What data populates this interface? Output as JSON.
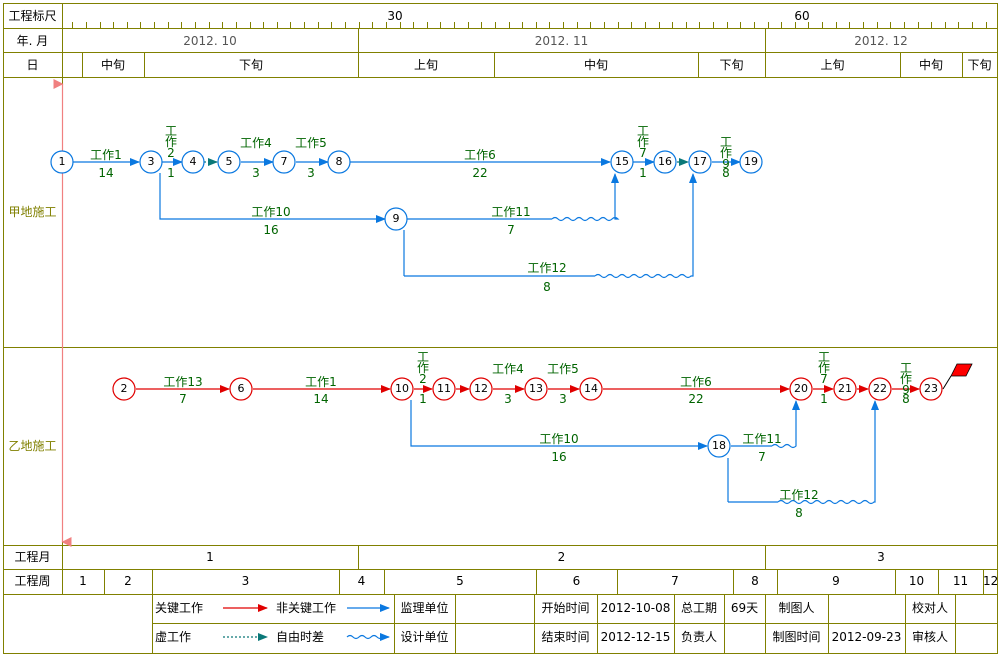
{
  "header": {
    "row_scale_label": "工程标尺",
    "row_month_label": "年. 月",
    "row_day_label": "日",
    "scale_ticks": [
      "30",
      "60"
    ],
    "months": [
      "2012. 10",
      "2012. 11",
      "2012. 12"
    ],
    "periods": [
      "中旬",
      "下旬",
      "上旬",
      "中旬",
      "下旬",
      "上旬",
      "中旬",
      "下旬"
    ]
  },
  "lanes": [
    "甲地施工",
    "乙地施工"
  ],
  "footer": {
    "project_month_label": "工程月",
    "project_week_label": "工程周",
    "project_months": [
      "1",
      "2",
      "3"
    ],
    "project_weeks": [
      "1",
      "2",
      "3",
      "4",
      "5",
      "6",
      "7",
      "8",
      "9",
      "10",
      "11",
      "12"
    ]
  },
  "legend": {
    "critical_work": "关键工作",
    "noncritical_work": "非关键工作",
    "dummy_work": "虚工作",
    "free_float": "自由时差",
    "supervisor_unit": "监理单位",
    "design_unit": "设计单位",
    "start_time_label": "开始时间",
    "start_time": "2012-10-08",
    "end_time_label": "结束时间",
    "end_time": "2012-12-15",
    "total_duration_label": "总工期",
    "total_duration": "69天",
    "responsible_label": "负责人",
    "drawer_label": "制图人",
    "draw_time_label": "制图时间",
    "draw_time": "2012-09-23",
    "proofreader_label": "校对人",
    "reviewer_label": "审核人"
  },
  "colors": {
    "critical": "#e00000",
    "noncritical": "#0a78e0",
    "dummy": "#0a7878",
    "text": "#006400",
    "grid": "#808000"
  },
  "lane_a": {
    "nodes": [
      "1",
      "3",
      "4",
      "5",
      "7",
      "8",
      "9",
      "15",
      "16",
      "17",
      "19"
    ],
    "labels": [
      {
        "name": "工作1",
        "dur": "14"
      },
      {
        "name": "工作2",
        "dur": "1"
      },
      {
        "name": "工作4",
        "dur": "3"
      },
      {
        "name": "工作5",
        "dur": "3"
      },
      {
        "name": "工作6",
        "dur": "22"
      },
      {
        "name": "工作7",
        "dur": "1"
      },
      {
        "name": "工作9",
        "dur": "8"
      },
      {
        "name": "工作10",
        "dur": "16"
      },
      {
        "name": "工作11",
        "dur": "7"
      },
      {
        "name": "工作12",
        "dur": "8"
      }
    ]
  },
  "lane_b": {
    "nodes": [
      "2",
      "6",
      "10",
      "11",
      "12",
      "13",
      "14",
      "20",
      "21",
      "22",
      "23",
      "18"
    ],
    "labels": [
      {
        "name": "工作13",
        "dur": "7"
      },
      {
        "name": "工作1",
        "dur": "14"
      },
      {
        "name": "工作2",
        "dur": "1"
      },
      {
        "name": "工作4",
        "dur": "3"
      },
      {
        "name": "工作5",
        "dur": "3"
      },
      {
        "name": "工作6",
        "dur": "22"
      },
      {
        "name": "工作7",
        "dur": "1"
      },
      {
        "name": "工作9",
        "dur": "8"
      },
      {
        "name": "工作10",
        "dur": "16"
      },
      {
        "name": "工作11",
        "dur": "7"
      },
      {
        "name": "工作12",
        "dur": "8"
      }
    ]
  }
}
